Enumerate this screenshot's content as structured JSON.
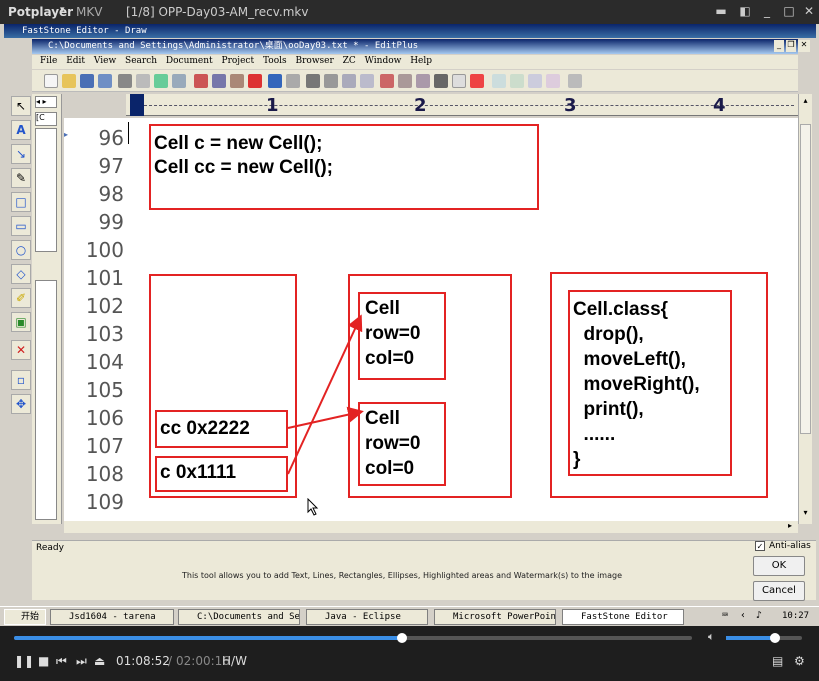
{
  "player": {
    "app_name": "Potplayer",
    "format": "MKV",
    "title": "[1/8] OPP-Day03-AM_recv.mkv",
    "time_current": "01:08:52",
    "time_total": "02:00:16",
    "hw_label": "H/W",
    "progress": 0.573,
    "volume": 0.65
  },
  "faststone": {
    "title": "FastStone Editor - Draw",
    "anti_alias_label": "Anti-alias",
    "ok_label": "OK",
    "cancel_label": "Cancel",
    "status_ready": "Ready",
    "hint": "This tool allows you to add Text, Lines, Rectangles, Ellipses, Highlighted areas and Watermark(s) to the image"
  },
  "editplus": {
    "title": "C:\\Documents and Settings\\Administrator\\桌面\\ooDay03.txt * - EditPlus",
    "menu": [
      "File",
      "Edit",
      "View",
      "Search",
      "Document",
      "Project",
      "Tools",
      "Browser",
      "ZC",
      "Window",
      "Help"
    ],
    "ruler": [
      "1",
      "2",
      "3",
      "4"
    ],
    "line_numbers": [
      "96",
      "97",
      "98",
      "99",
      "100",
      "101",
      "102",
      "103",
      "104",
      "105",
      "106",
      "107",
      "108",
      "109"
    ]
  },
  "diagram": {
    "code_line1": "Cell c = new Cell();",
    "code_line2": "Cell cc = new Cell();",
    "stack_cc": "cc 0x2222",
    "stack_c": "c 0x1111",
    "obj1": {
      "name": "Cell",
      "row": "row=0",
      "col": "col=0"
    },
    "obj2": {
      "name": "Cell",
      "row": "row=0",
      "col": "col=0"
    },
    "class_lines": [
      "Cell.class{",
      "  drop(),",
      "  moveLeft(),",
      "  moveRight(),",
      "  print(),",
      "  ......",
      "}"
    ],
    "accent": "#e32323"
  },
  "taskbar": {
    "start": "开始",
    "tasks": [
      "Jsd1604 - tarena",
      "C:\\Documents and Se...",
      "Java - Eclipse",
      "Microsoft PowerPoin...",
      "FastStone Editor"
    ],
    "clock": "10:27"
  }
}
